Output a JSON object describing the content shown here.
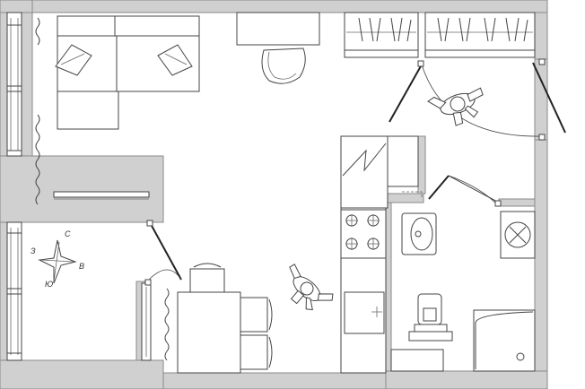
{
  "compass": {
    "north": "С",
    "south": "Ю",
    "east": "В",
    "west": "З"
  },
  "colors": {
    "wall_fill": "#d0d0d0",
    "wall_stroke": "#8a8a8a",
    "line": "#444444",
    "background": "#ffffff"
  }
}
